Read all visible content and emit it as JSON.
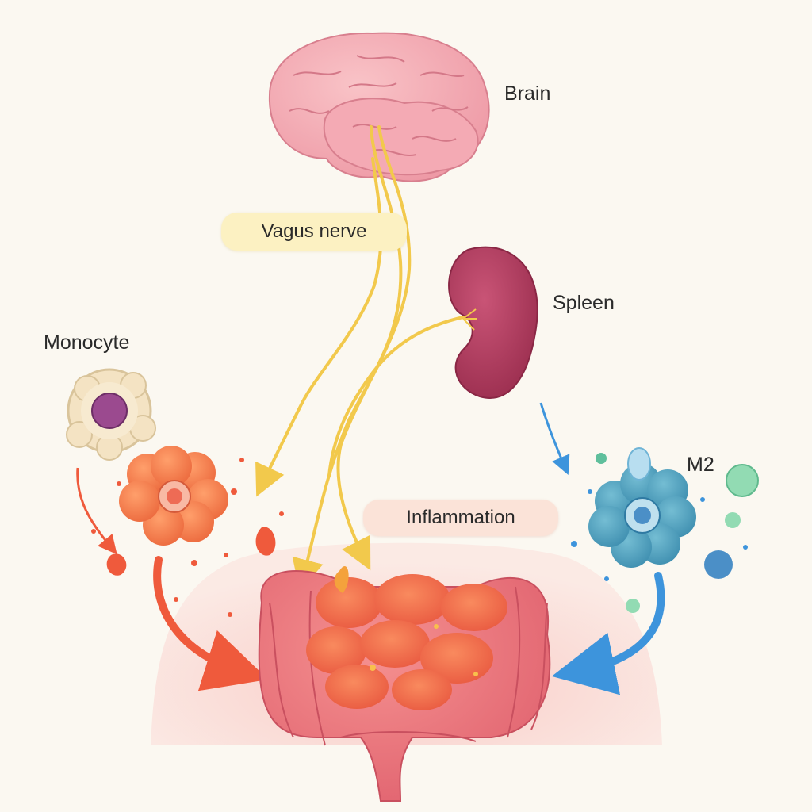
{
  "labels": {
    "brain": "Brain",
    "vagus_nerve": "Vagus nerve",
    "spleen": "Spleen",
    "monocyte": "Monocyte",
    "m2": "M2",
    "inflammation": "Inflammation"
  },
  "colors": {
    "background": "#fbf8f1",
    "brain": "#f3a9b4",
    "nerve": "#f2c94c",
    "spleen": "#b23a5c",
    "monocyte": "#f4e3c3",
    "monocyte_nucleus": "#9b4a8f",
    "inflammatory_cell": "#f07b4a",
    "m2_macrophage": "#4fa3c2",
    "intestine": "#e9707a",
    "inflamed_tissue": "#ef6e4f",
    "pro_inflammatory_arrow": "#ef5a3c",
    "anti_inflammatory_arrow": "#3d94dc",
    "vagus_pill": "#fcf1c2",
    "inflammation_pill": "#fbe3d8"
  }
}
